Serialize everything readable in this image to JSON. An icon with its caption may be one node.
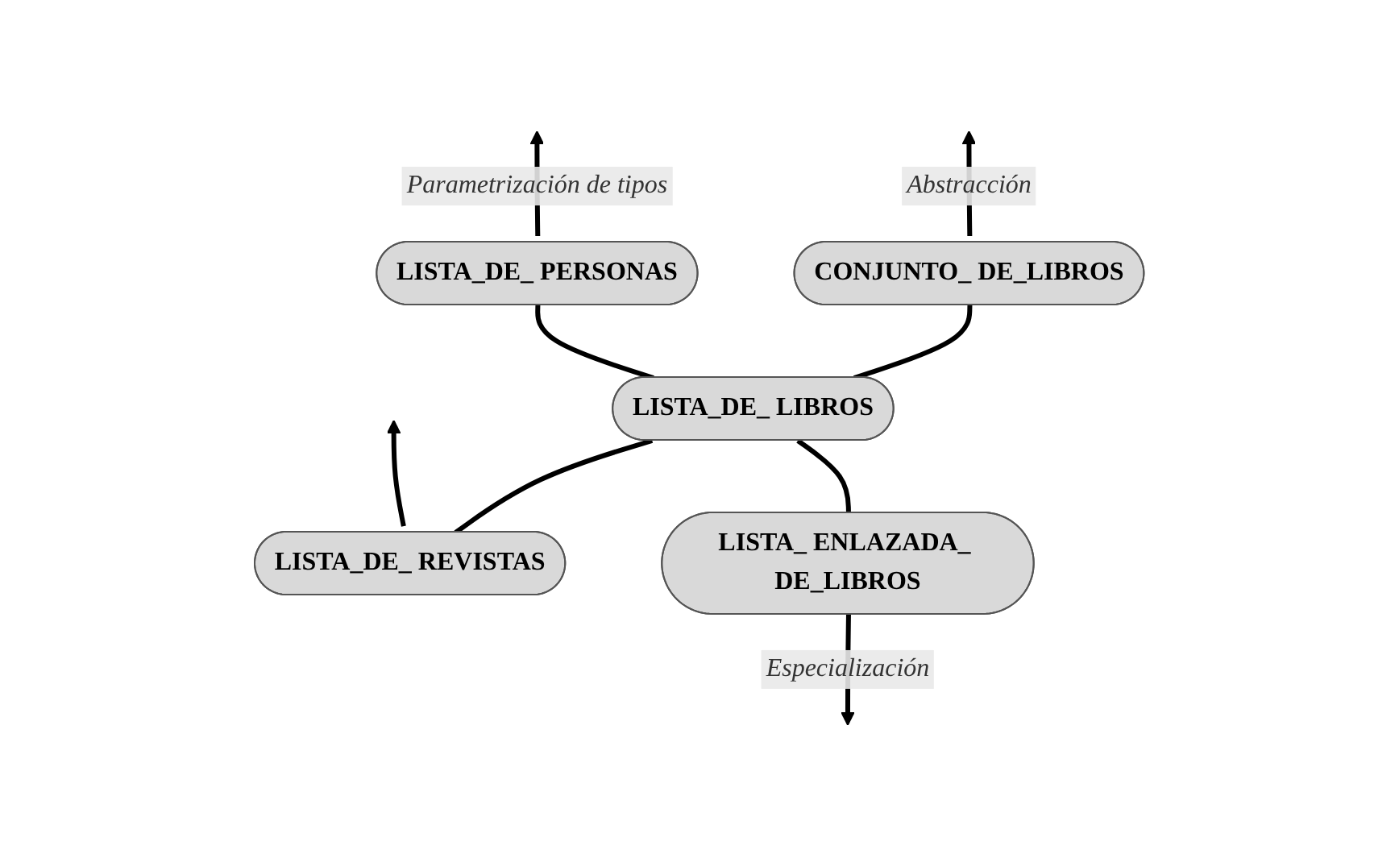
{
  "diagram": {
    "nodes": [
      {
        "text": [
          "CONJUNTO_ DE_LIBROS"
        ]
      },
      {
        "text": [
          "LISTA_DE_ PERSONAS"
        ]
      },
      {
        "text": [
          "LISTA_DE_ LIBROS"
        ]
      },
      {
        "text": [
          "LISTA_DE_ REVISTAS"
        ]
      },
      {
        "text": [
          "LISTA_ ENLAZADA_ DE_LIBROS"
        ]
      }
    ],
    "edges": [
      {
        "from": 2,
        "to": 0,
        "arrow": "none"
      },
      {
        "from": 2,
        "to": 1,
        "arrow": "none"
      },
      {
        "from": 2,
        "to": 3,
        "arrow": "none"
      },
      {
        "from": 2,
        "to": 4,
        "arrow": "none"
      },
      {
        "from": 0,
        "to": null,
        "arrow": "to",
        "label": "Abstracción"
      },
      {
        "from": 1,
        "to": null,
        "arrow": "to",
        "label": "Parametrización de tipos"
      },
      {
        "from": 3,
        "to": null,
        "arrow": "to"
      },
      {
        "from": 4,
        "to": null,
        "arrow": "to",
        "label": "Especialización"
      }
    ]
  }
}
